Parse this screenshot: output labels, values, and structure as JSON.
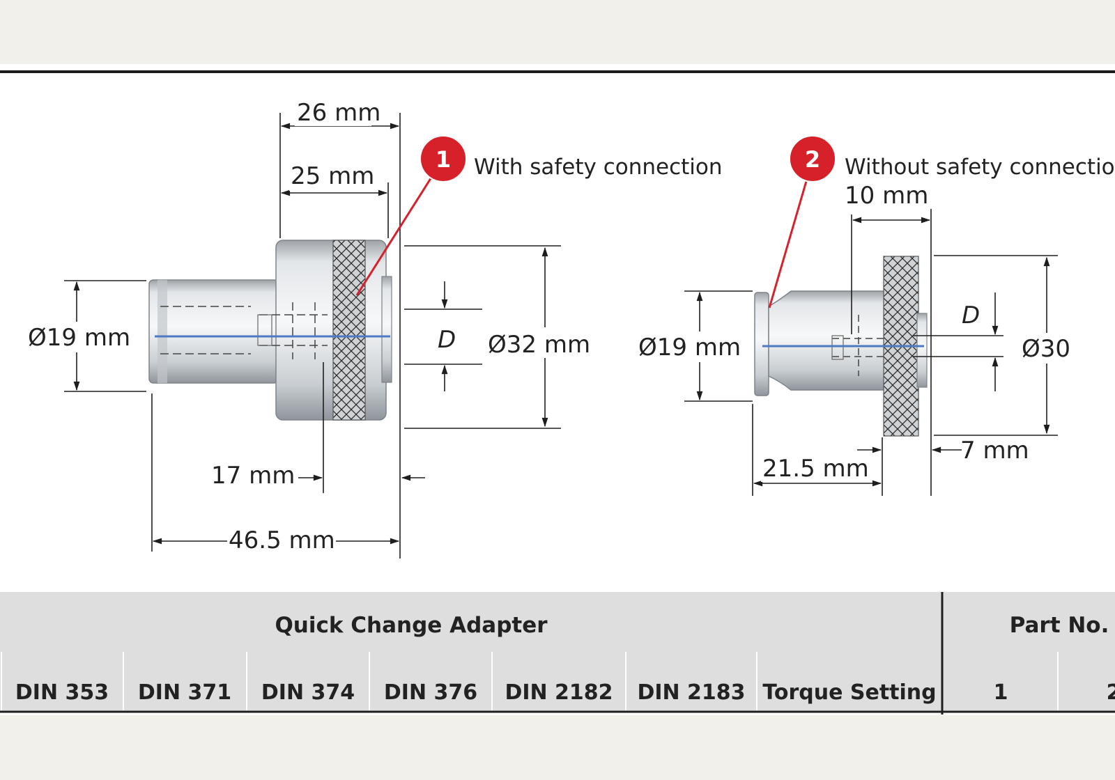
{
  "callouts": [
    {
      "number": "1",
      "label": "With safety connection",
      "color": "#d7212a"
    },
    {
      "number": "2",
      "label": "Without safety connectio",
      "color": "#d7212a"
    }
  ],
  "adapter1": {
    "width_top": "26 mm",
    "width_inner": "25 mm",
    "dia_shank": "Ø19 mm",
    "dia_collar": "Ø32 mm",
    "bore": "D",
    "len_a": "17 mm",
    "len_total": "46.5 mm"
  },
  "adapter2": {
    "width_knurl": "10 mm",
    "dia_shank": "Ø19 mm",
    "dia_collar": "Ø30",
    "bore": "D",
    "len_a": "21.5 mm",
    "len_b": "7 mm"
  },
  "table": {
    "group_header": "Quick Change Adapter",
    "part_header": "Part No.",
    "columns": [
      "DIN 353",
      "DIN 371",
      "DIN 374",
      "DIN 376",
      "DIN 2182",
      "DIN 2183",
      "Torque Setting"
    ],
    "part_columns": [
      "1",
      "2"
    ]
  }
}
